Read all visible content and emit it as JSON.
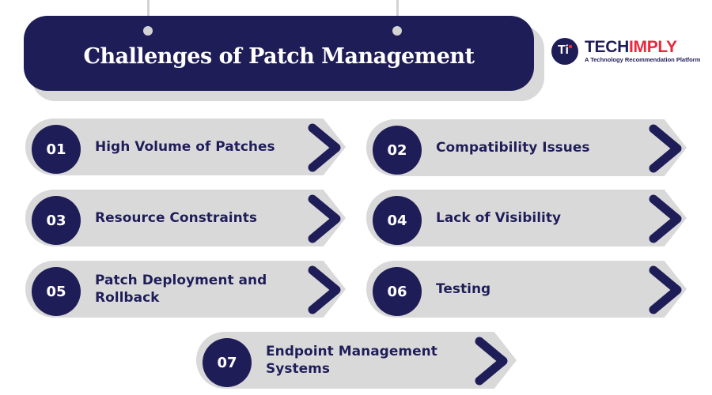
{
  "title": "Challenges of Patch Management",
  "logo": {
    "brand_part1": "TECH",
    "brand_part2": "IMPLY",
    "tagline": "A Technology Recommendation Platform",
    "icon": "Ti"
  },
  "colors": {
    "navy": "#1f1d58",
    "gray": "#d9d9d9",
    "red": "#e8283c"
  },
  "items": [
    {
      "num": "01",
      "label": "High Volume of Patches"
    },
    {
      "num": "02",
      "label": "Compatibility Issues"
    },
    {
      "num": "03",
      "label": "Resource Constraints"
    },
    {
      "num": "04",
      "label": "Lack of Visibility"
    },
    {
      "num": "05",
      "label": "Patch Deployment and Rollback"
    },
    {
      "num": "06",
      "label": "Testing"
    },
    {
      "num": "07",
      "label": "Endpoint Management Systems"
    }
  ]
}
